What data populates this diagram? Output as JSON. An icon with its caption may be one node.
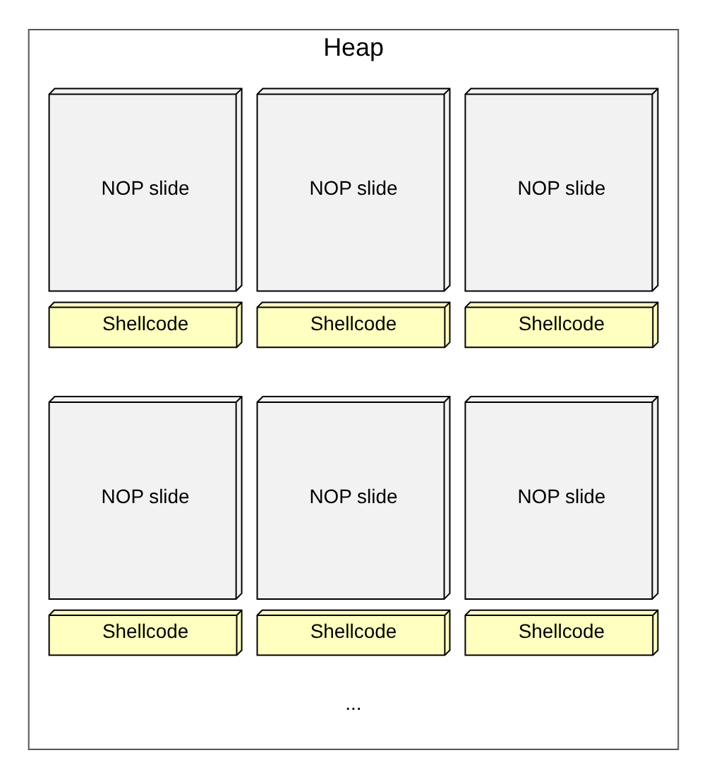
{
  "diagram": {
    "nodes": [
      {
        "text": [
          "Heap"
        ]
      },
      {
        "text": [
          "NOP slide"
        ],
        "in": 0
      },
      {
        "text": [
          "Shellcode"
        ],
        "in": 0
      },
      {
        "text": [
          "NOP slide"
        ],
        "in": 0
      },
      {
        "text": [
          "Shellcode"
        ],
        "in": 0
      },
      {
        "text": [
          "NOP slide"
        ],
        "in": 0
      },
      {
        "text": [
          "Shellcode"
        ],
        "in": 0
      },
      {
        "text": [
          "NOP slide"
        ],
        "in": 0
      },
      {
        "text": [
          "Shellcode"
        ],
        "in": 0
      },
      {
        "text": [
          "NOP slide"
        ],
        "in": 0
      },
      {
        "text": [
          "Shellcode"
        ],
        "in": 0
      },
      {
        "text": [
          "NOP slide"
        ],
        "in": 0
      },
      {
        "text": [
          "Shellcode"
        ],
        "in": 0
      }
    ],
    "edges": [],
    "labels": [
      "..."
    ]
  }
}
